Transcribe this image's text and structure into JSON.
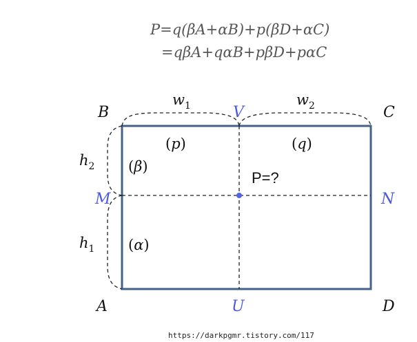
{
  "formula": {
    "line1": "P=q(βA+αB)+p(βD+αC)",
    "line2": "=qβA+qαB+pβD+pαC"
  },
  "points": {
    "A": "A",
    "B": "B",
    "C": "C",
    "D": "D",
    "M": "M",
    "N": "N",
    "U": "U",
    "V": "V"
  },
  "dimensions": {
    "w1": {
      "base": "w",
      "sub": "1"
    },
    "w2": {
      "base": "w",
      "sub": "2"
    },
    "h1": {
      "base": "h",
      "sub": "1"
    },
    "h2": {
      "base": "h",
      "sub": "2"
    }
  },
  "regions": {
    "p": "p",
    "q": "q",
    "beta": "β",
    "alpha": "α"
  },
  "query": "P=?",
  "watermark": "https://darkpgmr.tistory.com/117",
  "colors": {
    "rectangle": "#44618a",
    "midpoint_labels": "#4a5ae0",
    "center_dot": "#5563e6",
    "text": "#111111",
    "formula": "#555555"
  }
}
